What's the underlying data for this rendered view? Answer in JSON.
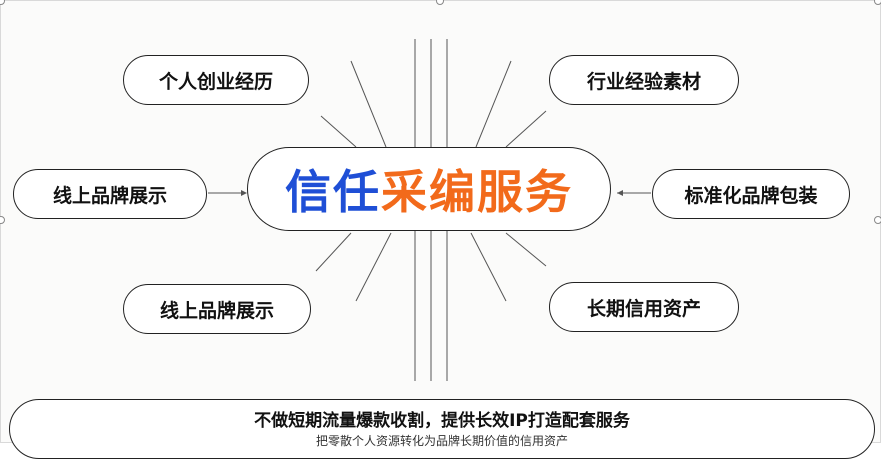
{
  "center": {
    "part1": "信任",
    "part2": "采编服务"
  },
  "nodes": {
    "top_left": "个人创业经历",
    "mid_left": "线上品牌展示",
    "bottom_left": "线上品牌展示",
    "top_right": "行业经验素材",
    "mid_right": "标准化品牌包装",
    "bottom_right": "长期信用资产"
  },
  "footer": {
    "main": "不做短期流量爆款收割，提供长效IP打造配套服务",
    "sub": "把零散个人资源转化为品牌长期价值的信用资产"
  },
  "colors": {
    "blue": "#1f4fd6",
    "orange": "#f26a1b",
    "stroke": "#222222"
  }
}
